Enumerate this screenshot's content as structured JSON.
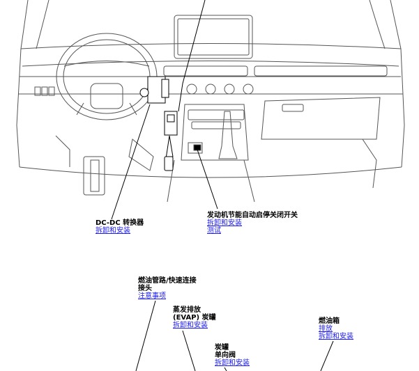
{
  "callouts": {
    "dcdc": {
      "title": "DC-DC 转换器",
      "links": [
        "拆卸和安装"
      ]
    },
    "idle_stop": {
      "title": "发动机节能自动启停关闭开关",
      "links": [
        "拆卸和安装",
        "测试"
      ]
    },
    "fuel_line": {
      "title_1": "燃油管路/快速连接",
      "title_2": "接头",
      "links": [
        "注意事项"
      ]
    },
    "evap": {
      "title_1": "蒸发排放",
      "title_2": "(EVAP) 炭罐",
      "links": [
        "拆卸和安装"
      ]
    },
    "canister_valve": {
      "title_1": "炭罐",
      "title_2": "单向阀",
      "links": [
        "拆卸和安装"
      ]
    },
    "fuel_tank": {
      "title": "燃油箱",
      "links": [
        "排放",
        "拆卸和安装"
      ]
    }
  },
  "colors": {
    "line": "#000000",
    "link": "#1a1aee"
  }
}
